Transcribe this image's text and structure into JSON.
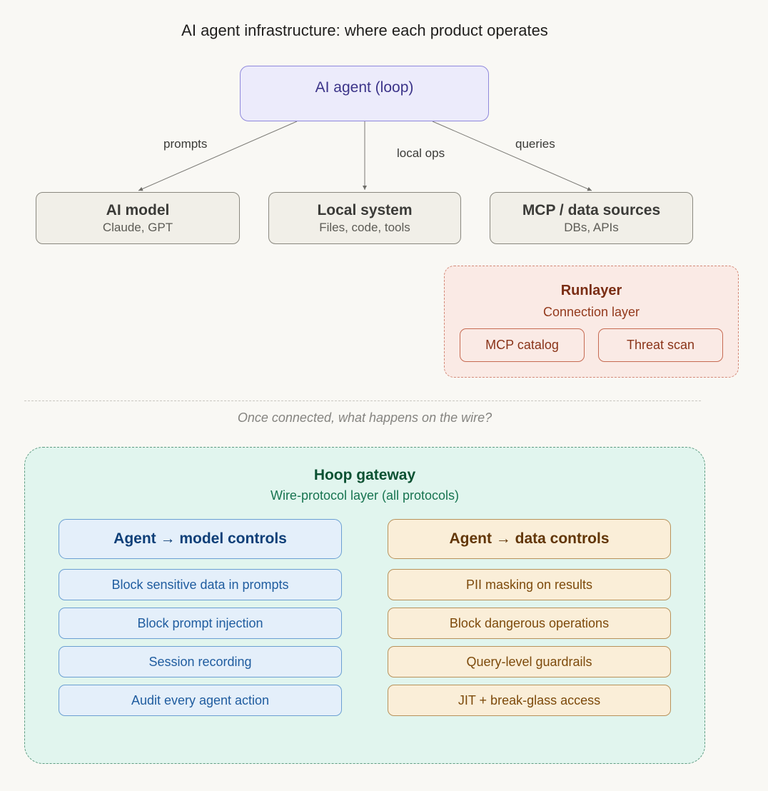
{
  "title": "AI agent infrastructure: where each product operates",
  "agent": {
    "label": "AI agent (loop)"
  },
  "edges": [
    {
      "label": "prompts",
      "target": "ai-model"
    },
    {
      "label": "local ops",
      "target": "local-system"
    },
    {
      "label": "queries",
      "target": "mcp-data-sources"
    }
  ],
  "systems": [
    {
      "id": "ai-model",
      "title": "AI model",
      "subtitle": "Claude, GPT"
    },
    {
      "id": "local-system",
      "title": "Local system",
      "subtitle": "Files, code, tools"
    },
    {
      "id": "mcp-data-sources",
      "title": "MCP / data sources",
      "subtitle": "DBs, APIs"
    }
  ],
  "runlayer": {
    "title": "Runlayer",
    "subtitle": "Connection layer",
    "features": [
      "MCP catalog",
      "Threat scan"
    ]
  },
  "divider_question": "Once connected, what happens on the wire?",
  "hoop": {
    "title": "Hoop gateway",
    "subtitle": "Wire-protocol layer (all protocols)",
    "columns": [
      {
        "heading": "Agent → model controls",
        "items": [
          "Block sensitive data in prompts",
          "Block prompt injection",
          "Session recording",
          "Audit every agent action"
        ]
      },
      {
        "heading": "Agent → data controls",
        "items": [
          "PII masking on results",
          "Block dangerous operations",
          "Query-level guardrails",
          "JIT + break-glass access"
        ]
      }
    ]
  },
  "colors": {
    "agent": "#3c3489",
    "runlayer": "#7a2d14",
    "hoop": "#0b5132",
    "model_controls": "#1f5c9f",
    "data_controls": "#7d4a0b"
  }
}
